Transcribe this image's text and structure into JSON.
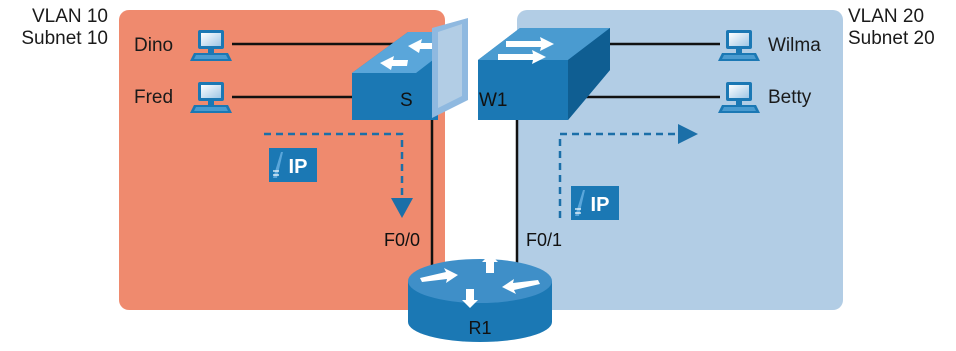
{
  "vlans": [
    {
      "name": "VLAN 10",
      "subnet": "Subnet 10",
      "color": "#ef8a6e"
    },
    {
      "name": "VLAN 20",
      "subnet": "Subnet 20",
      "color": "#b2cde5"
    }
  ],
  "hosts": {
    "dino": "Dino",
    "fred": "Fred",
    "wilma": "Wilma",
    "betty": "Betty"
  },
  "switch": {
    "name": "SW1",
    "left_fragment": "S",
    "right_fragment": "W1",
    "color": "#1b78b4"
  },
  "router": {
    "name": "R1",
    "color": "#1b78b4"
  },
  "interfaces": {
    "left": "F0/0",
    "right": "F0/1"
  },
  "packets": {
    "left": "IP",
    "right": "IP"
  },
  "colors": {
    "link": "#111111",
    "flow": "#1b6fa8",
    "badge": "#1b78b4"
  }
}
